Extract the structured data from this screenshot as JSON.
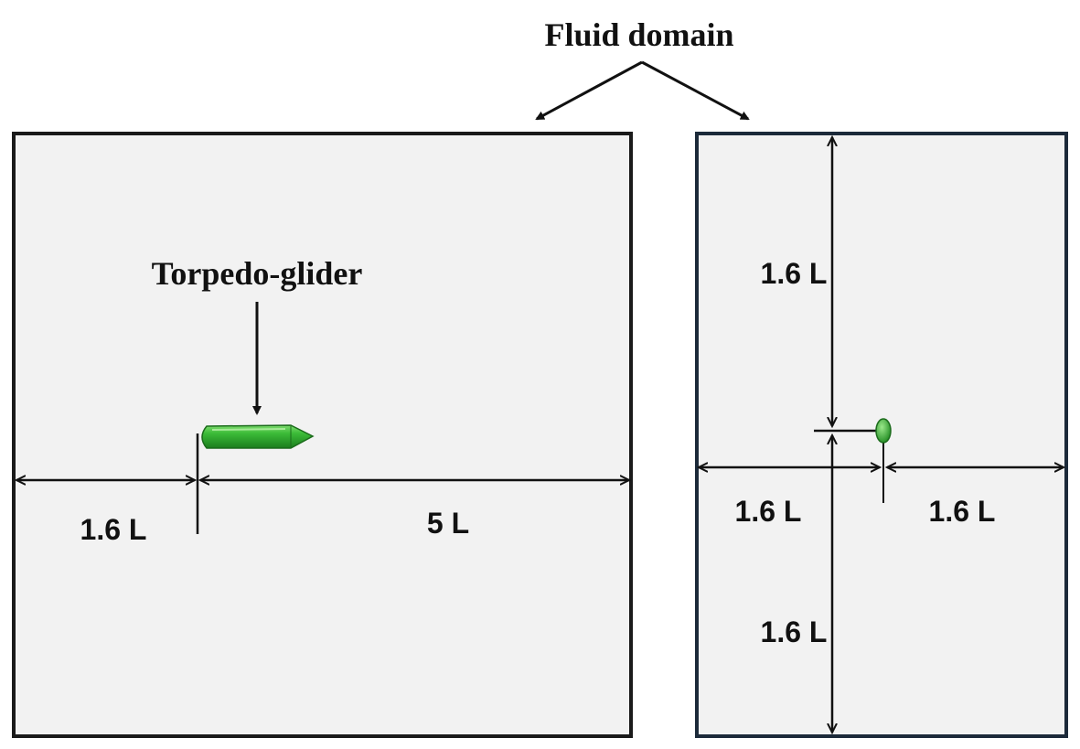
{
  "labels": {
    "fluid_domain": "Fluid domain",
    "torpedo_glider": "Torpedo-glider"
  },
  "side_view": {
    "upstream_distance": "1.6 L",
    "downstream_distance": "5 L"
  },
  "front_view": {
    "top_distance": "1.6 L",
    "bottom_distance": "1.6 L",
    "left_distance": "1.6 L",
    "right_distance": "1.6 L"
  },
  "colors": {
    "domain_fill": "#f2f2f2",
    "domain_border": "#1a1a1a",
    "front_border": "#1c2a3a",
    "glider_body": "#2fa82f",
    "glider_highlight": "#7fdc6f",
    "line": "#111111"
  }
}
